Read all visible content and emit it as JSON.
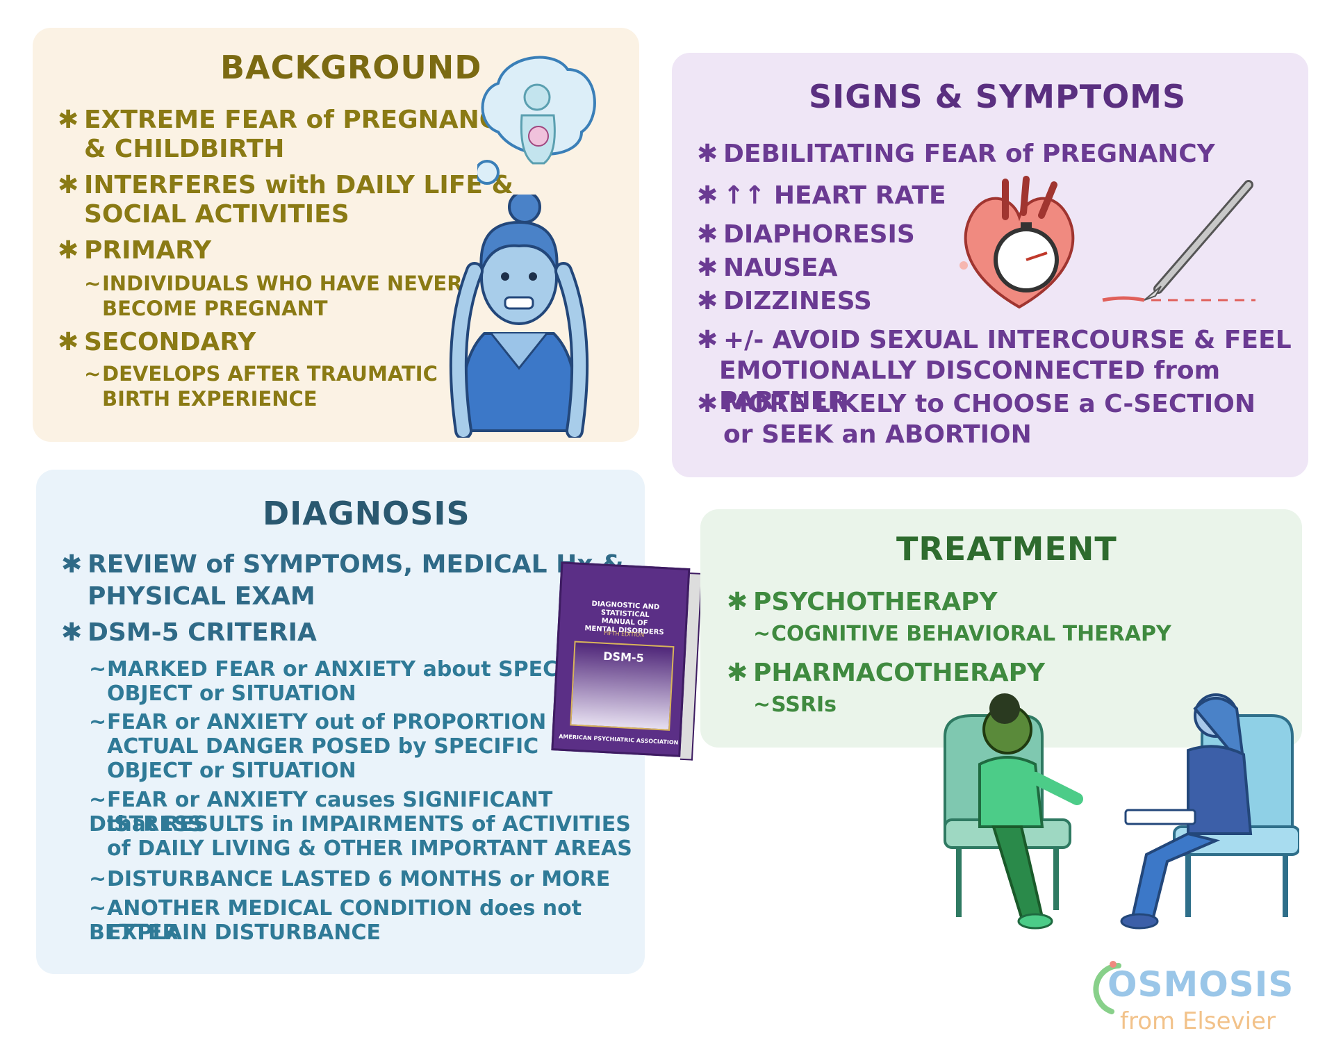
{
  "background": {
    "title": "BACKGROUND",
    "items": [
      {
        "text": "EXTREME FEAR of PREGNANCY",
        "cont": "& CHILDBIRTH"
      },
      {
        "text": "INTERFERES with DAILY LIFE &",
        "cont": "SOCIAL ACTIVITIES"
      },
      {
        "text": "PRIMARY",
        "sub": [
          "INDIVIDUALS WHO HAVE NEVER",
          "BECOME PREGNANT"
        ]
      },
      {
        "text": "SECONDARY",
        "sub": [
          "DEVELOPS AFTER TRAUMATIC",
          "BIRTH EXPERIENCE"
        ]
      }
    ]
  },
  "signs": {
    "title": "SIGNS & SYMPTOMS",
    "items": [
      "DEBILITATING FEAR of PREGNANCY",
      "↑↑ HEART RATE",
      "DIAPHORESIS",
      "NAUSEA",
      "DIZZINESS",
      "+/- AVOID SEXUAL INTERCOURSE & FEEL",
      "EMOTIONALLY DISCONNECTED from PARTNER",
      "MORE LIKELY to CHOOSE a C-SECTION",
      "or SEEK an ABORTION"
    ]
  },
  "diagnosis": {
    "title": "DIAGNOSIS",
    "items": [
      "REVIEW of SYMPTOMS, MEDICAL Hx &",
      "PHYSICAL EXAM",
      "DSM-5 CRITERIA"
    ],
    "criteria": [
      "MARKED FEAR or ANXIETY about SPECIFIC",
      "OBJECT or SITUATION",
      "FEAR or ANXIETY out of PROPORTION to",
      "ACTUAL DANGER POSED by SPECIFIC",
      "OBJECT or SITUATION",
      "FEAR or ANXIETY causes SIGNIFICANT DISTRESS",
      "that RESULTS in IMPAIRMENTS of ACTIVITIES",
      "of DAILY LIVING & OTHER IMPORTANT AREAS",
      "DISTURBANCE LASTED 6 MONTHS or MORE",
      "ANOTHER MEDICAL CONDITION does not BETTER",
      "EXPLAIN DISTURBANCE"
    ]
  },
  "treatment": {
    "title": "TREATMENT",
    "items": [
      {
        "text": "PSYCHOTHERAPY",
        "sub": "COGNITIVE BEHAVIORAL THERAPY"
      },
      {
        "text": "PHARMACOTHERAPY",
        "sub": "SSRIs"
      }
    ]
  },
  "book": {
    "title_lines": [
      "DIAGNOSTIC AND STATISTICAL",
      "MANUAL OF",
      "MENTAL DISORDERS"
    ],
    "edition": "FIFTH EDITION",
    "label": "DSM-5",
    "publisher": "AMERICAN PSYCHIATRIC ASSOCIATION"
  },
  "logo": {
    "word": "OSMOSIS",
    "sub": "from Elsevier"
  },
  "symbols": {
    "bullet": "✱",
    "dash": "~"
  },
  "colors": {
    "background_panel": "#fbf2e4",
    "signs_panel": "#efe6f6",
    "diagnosis_panel": "#eaf3fa",
    "treatment_panel": "#eaf4ea"
  },
  "icons": [
    "thought-bubble-icon",
    "anxious-woman-illustration",
    "heart-stopwatch-icon",
    "scalpel-icon",
    "dsm5-book-icon",
    "therapy-session-illustration",
    "osmosis-logo"
  ]
}
